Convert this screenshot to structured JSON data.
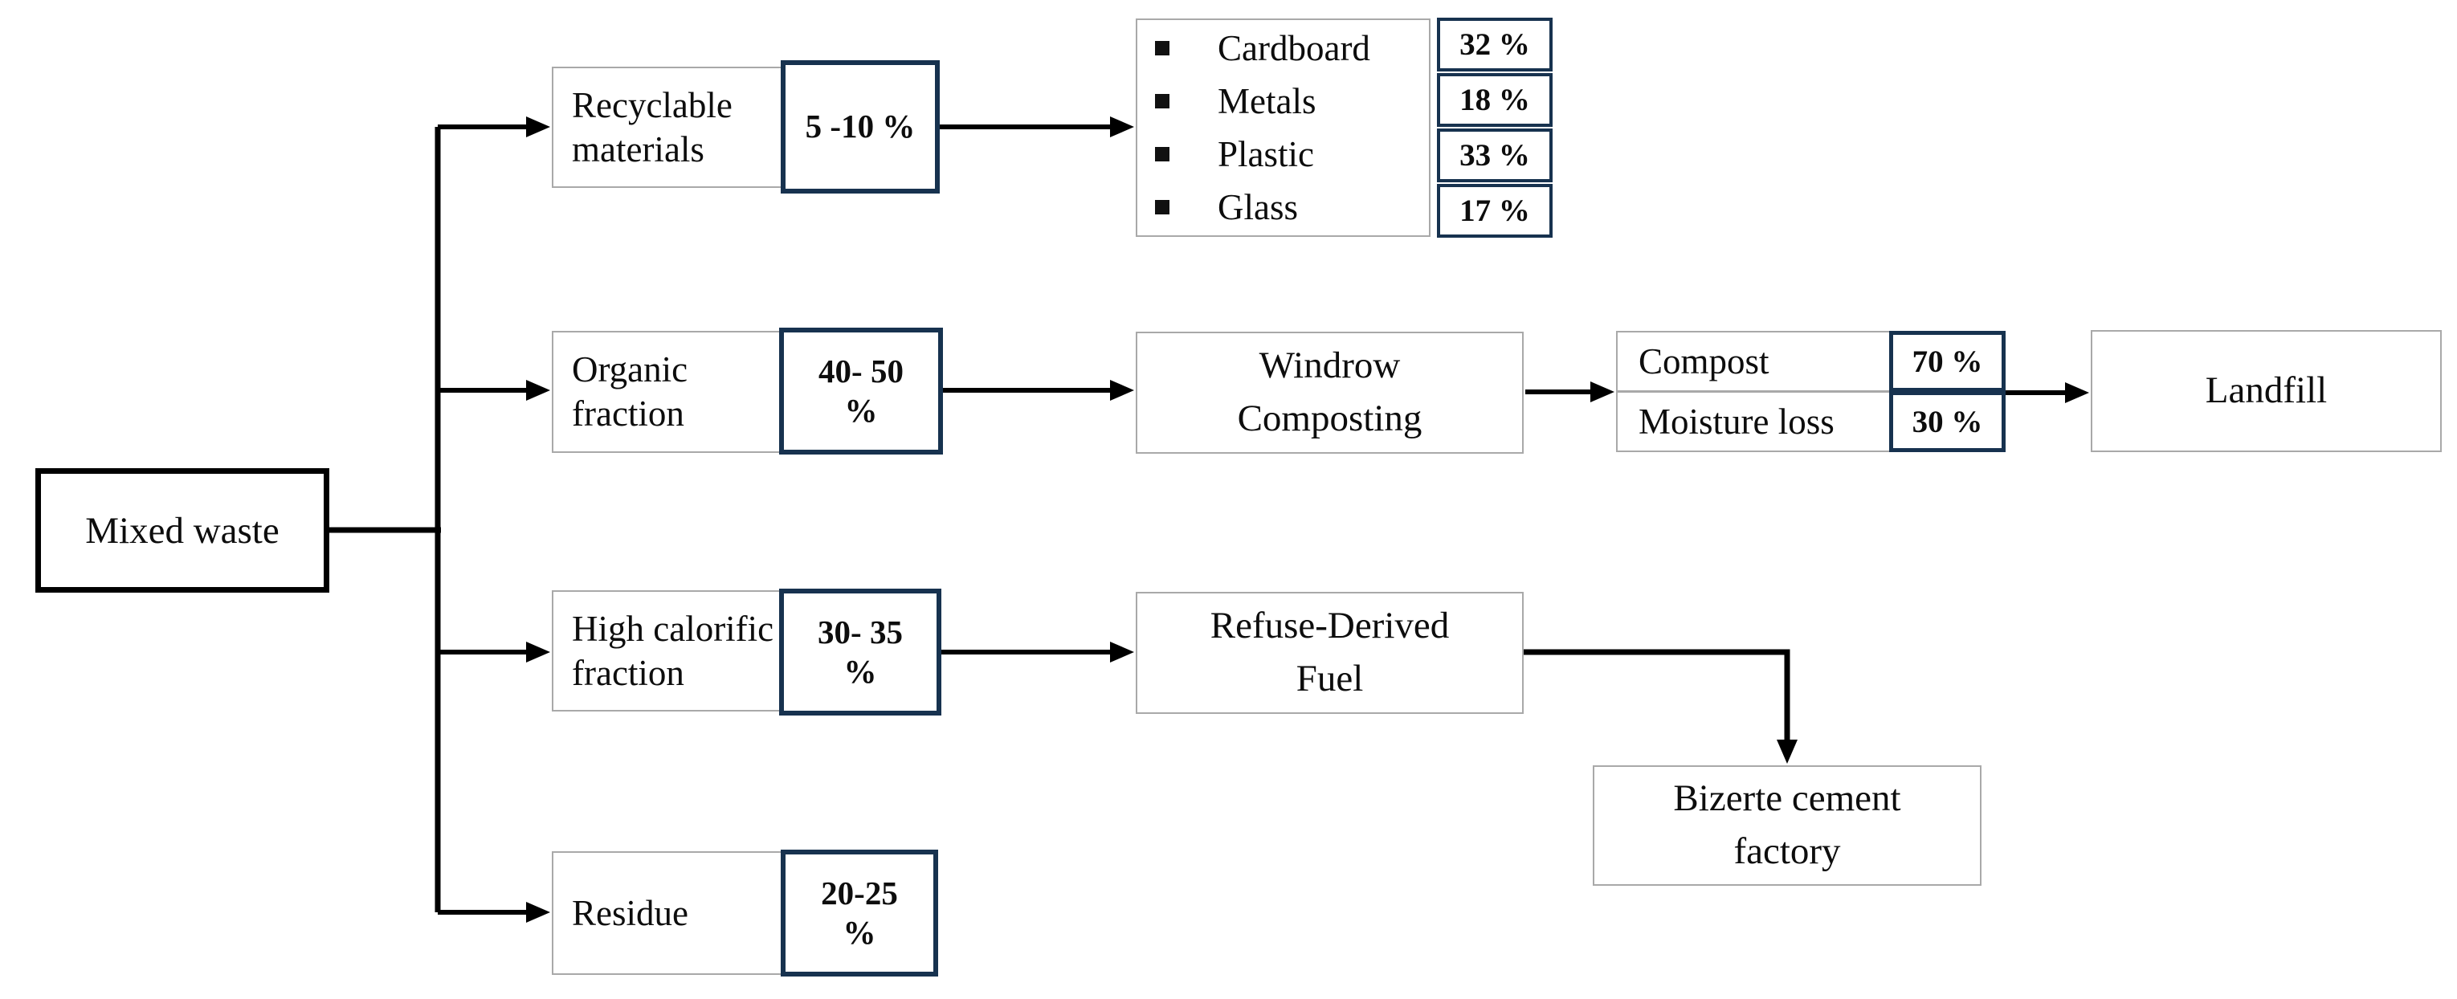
{
  "colors": {
    "accent_navy": "#17324f",
    "box_border_gray": "#a9a9a9",
    "line_black": "#000000",
    "background": "#ffffff",
    "text": "#0d0d0d"
  },
  "root": {
    "label": "Mixed waste"
  },
  "branches": [
    {
      "label": "Recyclable\nmaterials",
      "share": "5 -10 %"
    },
    {
      "label": "Organic\nfraction",
      "share": "40- 50\n%"
    },
    {
      "label": "High calorific\nfraction",
      "share": "30- 35\n%"
    },
    {
      "label": "Residue",
      "share": "20-25\n%"
    }
  ],
  "recyclables": {
    "items": [
      {
        "name": "Cardboard",
        "pct": "32 %"
      },
      {
        "name": "Metals",
        "pct": "18 %"
      },
      {
        "name": "Plastic",
        "pct": "33 %"
      },
      {
        "name": "Glass",
        "pct": "17 %"
      }
    ]
  },
  "organic_route": {
    "process": "Windrow\nComposting",
    "outputs": [
      {
        "name": "Compost",
        "pct": "70 %"
      },
      {
        "name": "Moisture loss",
        "pct": "30 %"
      }
    ],
    "destination": "Landfill"
  },
  "calorific_route": {
    "process": "Refuse-Derived\nFuel",
    "destination": "Bizerte cement\nfactory"
  }
}
